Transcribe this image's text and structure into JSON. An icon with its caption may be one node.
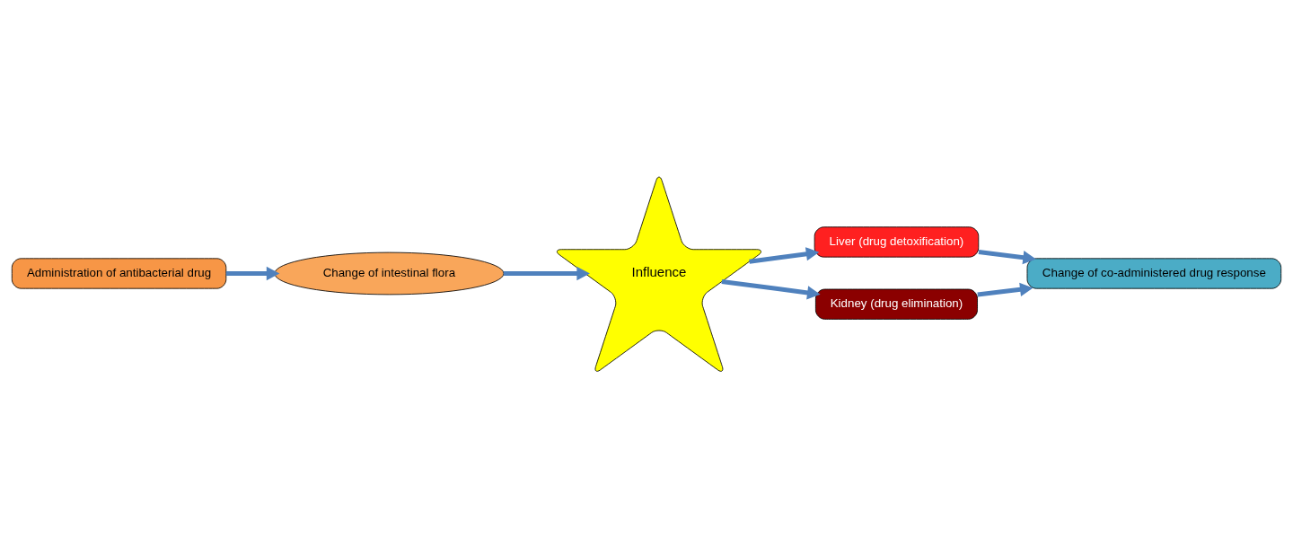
{
  "diagram": {
    "nodes": [
      {
        "text": [
          "Administration of antibacterial drug"
        ]
      },
      {
        "text": [
          "Change of intestinal flora"
        ]
      },
      {
        "text": [
          "Influence"
        ]
      },
      {
        "text": [
          "Liver (drug detoxification)"
        ]
      },
      {
        "text": [
          "Kidney (drug elimination)"
        ]
      },
      {
        "text": [
          "Change of co-administered drug response"
        ]
      }
    ],
    "edges": [
      {
        "from": 0,
        "to": 1,
        "arrow": "to"
      },
      {
        "from": 1,
        "to": 2,
        "arrow": "to"
      },
      {
        "from": 2,
        "to": 3,
        "arrow": "to"
      },
      {
        "from": 2,
        "to": 4,
        "arrow": "to"
      },
      {
        "from": 3,
        "to": 5,
        "arrow": "to"
      },
      {
        "from": 4,
        "to": 5,
        "arrow": "to"
      }
    ]
  }
}
